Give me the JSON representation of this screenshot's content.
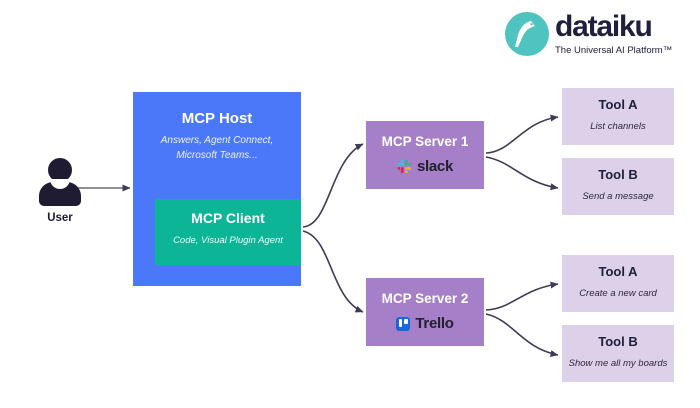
{
  "brand": {
    "name": "dataiku",
    "tagline": "The Universal AI Platform™",
    "mark_icon": "dataiku-bird-icon",
    "mark_color": "#4ec3c0",
    "text_color": "#20203c"
  },
  "actor": {
    "label": "User",
    "icon": "user-avatar-icon",
    "color": "#1e1b33"
  },
  "host": {
    "title": "MCP Host",
    "subtitle": "Answers, Agent Connect, Microsoft Teams...",
    "color": "#4a78f8",
    "client": {
      "title": "MCP Client",
      "subtitle": "Code, Visual Plugin Agent",
      "color": "#0bb596"
    }
  },
  "servers": [
    {
      "title": "MCP Server 1",
      "logo_name": "slack",
      "logo_icon": "slack-icon",
      "color": "#a57fc7",
      "tools": [
        {
          "title": "Tool A",
          "subtitle": "List channels"
        },
        {
          "title": "Tool B",
          "subtitle": "Send a message"
        }
      ]
    },
    {
      "title": "MCP Server 2",
      "logo_name": "Trello",
      "logo_icon": "trello-icon",
      "color": "#a57fc7",
      "tools": [
        {
          "title": "Tool A",
          "subtitle": "Create a new card"
        },
        {
          "title": "Tool B",
          "subtitle": "Show me all my boards"
        }
      ]
    }
  ],
  "tool_box_color": "#ddd0e9",
  "connector_color": "#3d3b56",
  "slack_colors": {
    "green": "#2eb67d",
    "blue": "#36c5f0",
    "red": "#e01e5a",
    "yellow": "#ecb22e"
  }
}
